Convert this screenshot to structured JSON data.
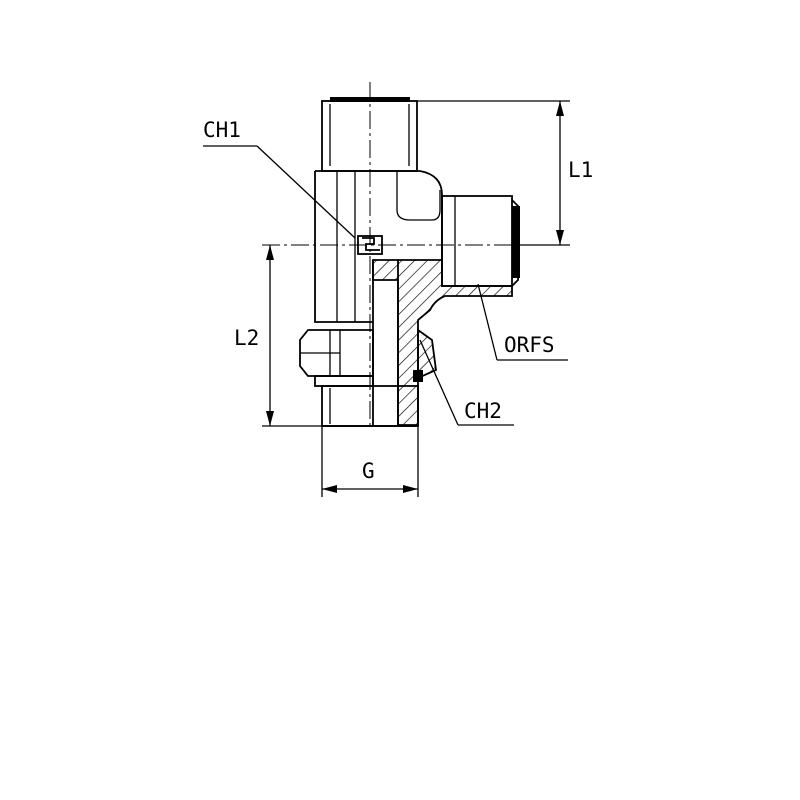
{
  "labels": {
    "ch1": "CH1",
    "ch2": "CH2",
    "l1": "L1",
    "l2": "L2",
    "g": "G",
    "orfs": "ORFS"
  }
}
